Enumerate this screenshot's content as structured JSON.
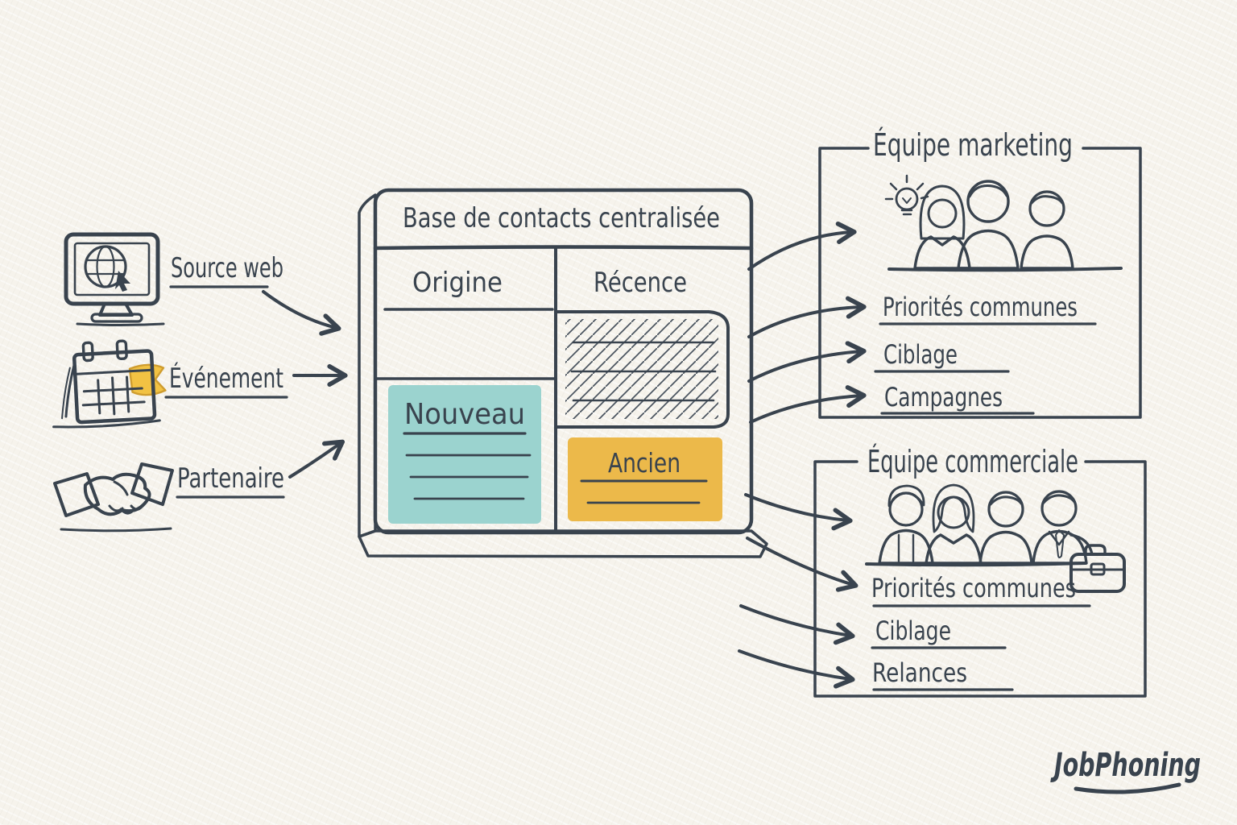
{
  "colors": {
    "paper": "#f6f3ec",
    "panel": "#fbf9f4",
    "ink": "#39434e",
    "note_new": "#9bd3cf",
    "note_old": "#ecb94a",
    "accent_yellow": "#f2c243"
  },
  "sources": [
    {
      "label": "Source web",
      "icon": "monitor-globe-icon"
    },
    {
      "label": "Événement",
      "icon": "calendar-icon"
    },
    {
      "label": "Partenaire",
      "icon": "handshake-icon"
    }
  ],
  "database": {
    "title": "Base de contacts centralisée",
    "columns": [
      "Origine",
      "Récence"
    ],
    "notes": [
      {
        "label": "Nouveau"
      },
      {
        "label": "Ancien"
      }
    ]
  },
  "teams": [
    {
      "title": "Équipe marketing",
      "icon": "marketing-team-icon",
      "items": [
        "Priorités communes",
        "Ciblage",
        "Campagnes"
      ]
    },
    {
      "title": "Équipe commerciale",
      "icon": "sales-team-icon",
      "items": [
        "Priorités communes",
        "Ciblage",
        "Relances"
      ]
    }
  ],
  "logo": "JobPhoning"
}
